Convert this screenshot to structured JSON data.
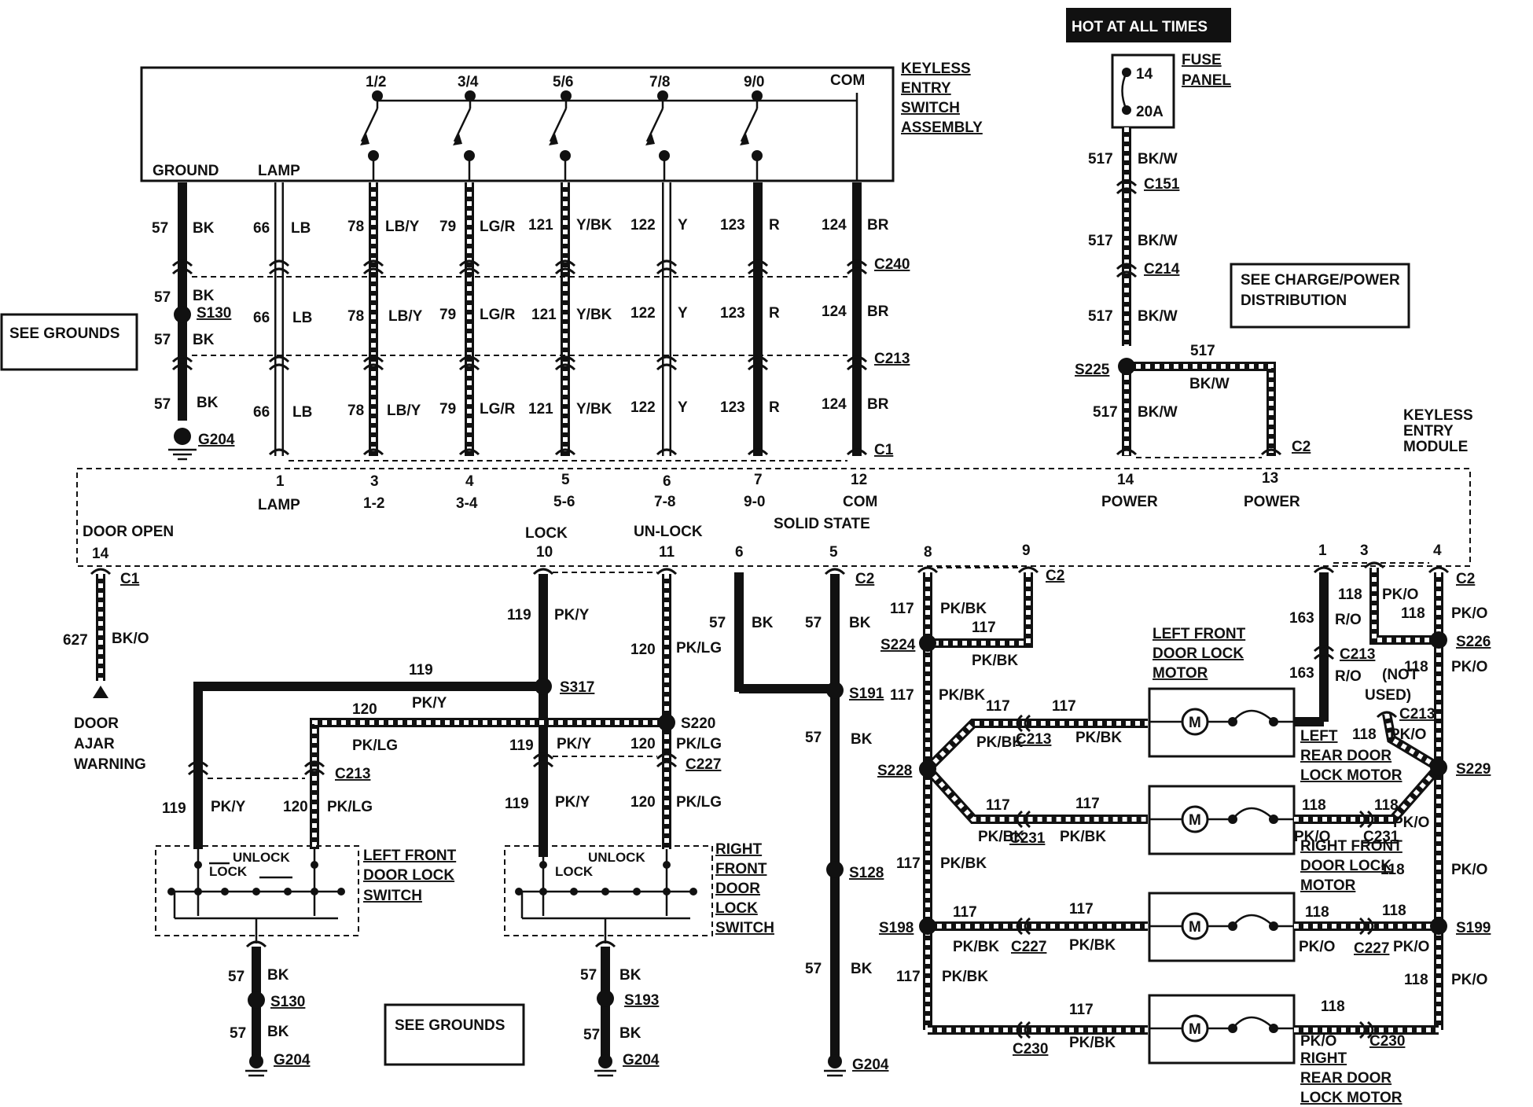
{
  "header": {
    "hot_label": "HOT AT ALL TIMES"
  },
  "fuse_panel": {
    "label_1": "FUSE",
    "label_2": "PANEL",
    "fuse_no": "14",
    "rating": "20A"
  },
  "switch_assembly": {
    "label_lines": [
      "KEYLESS",
      "ENTRY",
      "SWITCH",
      "ASSEMBLY"
    ],
    "terminals": [
      "1/2",
      "3/4",
      "5/6",
      "7/8",
      "9/0",
      "COM"
    ],
    "ground": "GROUND",
    "lamp": "LAMP"
  },
  "see_grounds_1": "SEE  GROUNDS",
  "see_grounds_2": "SEE  GROUNDS",
  "see_charge": {
    "line1": "SEE CHARGE/POWER",
    "line2": "DISTRIBUTION"
  },
  "connectors": {
    "c240": "C240",
    "c213": "C213",
    "c1": "C1",
    "c2": "C2",
    "s130": "S130",
    "g204": "G204",
    "c151": "C151",
    "c214": "C214",
    "s225": "S225",
    "s317": "S317",
    "s220": "S220",
    "c227": "C227",
    "s191": "S191",
    "s128": "S128",
    "s224": "S224",
    "s228": "S228",
    "s198": "S198",
    "c231": "C231",
    "c230": "C230",
    "s226": "S226",
    "s229": "S229",
    "s199": "S199",
    "s193": "S193"
  },
  "wires_top": [
    {
      "num": "57",
      "color": "BK"
    },
    {
      "num": "66",
      "color": "LB"
    },
    {
      "num": "78",
      "color": "LB/Y"
    },
    {
      "num": "79",
      "color": "LG/R"
    },
    {
      "num": "121",
      "color": "Y/BK"
    },
    {
      "num": "122",
      "color": "Y"
    },
    {
      "num": "123",
      "color": "R"
    },
    {
      "num": "124",
      "color": "BR"
    }
  ],
  "power_wire": {
    "num": "517",
    "color": "BK/W"
  },
  "module": {
    "label_lines": [
      "KEYLESS",
      "ENTRY",
      "MODULE"
    ],
    "top_pins": [
      {
        "pin": "1",
        "name": "LAMP"
      },
      {
        "pin": "3",
        "name": "1-2"
      },
      {
        "pin": "4",
        "name": "3-4"
      },
      {
        "pin": "5",
        "name": "5-6"
      },
      {
        "pin": "6",
        "name": "7-8"
      },
      {
        "pin": "7",
        "name": "9-0"
      },
      {
        "pin": "12",
        "name": "COM"
      },
      {
        "pin": "14",
        "name": "POWER"
      },
      {
        "pin": "13",
        "name": "POWER"
      }
    ],
    "solid_state": "SOLID STATE",
    "door_open": "DOOR OPEN",
    "lock": "LOCK",
    "unlock": "UN-LOCK",
    "bottom_pins": [
      "14",
      "10",
      "11",
      "6",
      "5",
      "8",
      "9",
      "1",
      "3",
      "4"
    ]
  },
  "door_ajar": {
    "wire": "627",
    "color": "BK/O",
    "lines": [
      "DOOR",
      "AJAR",
      "WARNING"
    ]
  },
  "lock_wires": {
    "w119": {
      "num": "119",
      "color": "PK/Y"
    },
    "w120": {
      "num": "120",
      "color": "PK/LG"
    },
    "w57": {
      "num": "57",
      "color": "BK"
    },
    "w117": {
      "num": "117",
      "color": "PK/BK"
    },
    "w163": {
      "num": "163",
      "color": "R/O"
    },
    "w118": {
      "num": "118",
      "color": "PK/O"
    }
  },
  "lf_switch": {
    "lines": [
      "LEFT FRONT",
      "DOOR LOCK",
      "SWITCH"
    ],
    "unlock": "UNLOCK",
    "lock": "LOCK"
  },
  "rf_switch": {
    "lines": [
      "RIGHT",
      "FRONT",
      "DOOR",
      "LOCK",
      "SWITCH"
    ],
    "unlock": "UNLOCK",
    "lock": "LOCK"
  },
  "motors": {
    "lf": [
      "LEFT FRONT",
      "DOOR LOCK",
      "MOTOR"
    ],
    "lr": [
      "LEFT",
      "REAR DOOR",
      "LOCK MOTOR"
    ],
    "rf": [
      "RIGHT FRONT",
      "DOOR LOCK",
      "MOTOR"
    ],
    "rr": [
      "RIGHT",
      "REAR DOOR",
      "LOCK MOTOR"
    ],
    "symbol": "M"
  },
  "not_used": {
    "line1": "(NOT",
    "line2": "USED)"
  }
}
